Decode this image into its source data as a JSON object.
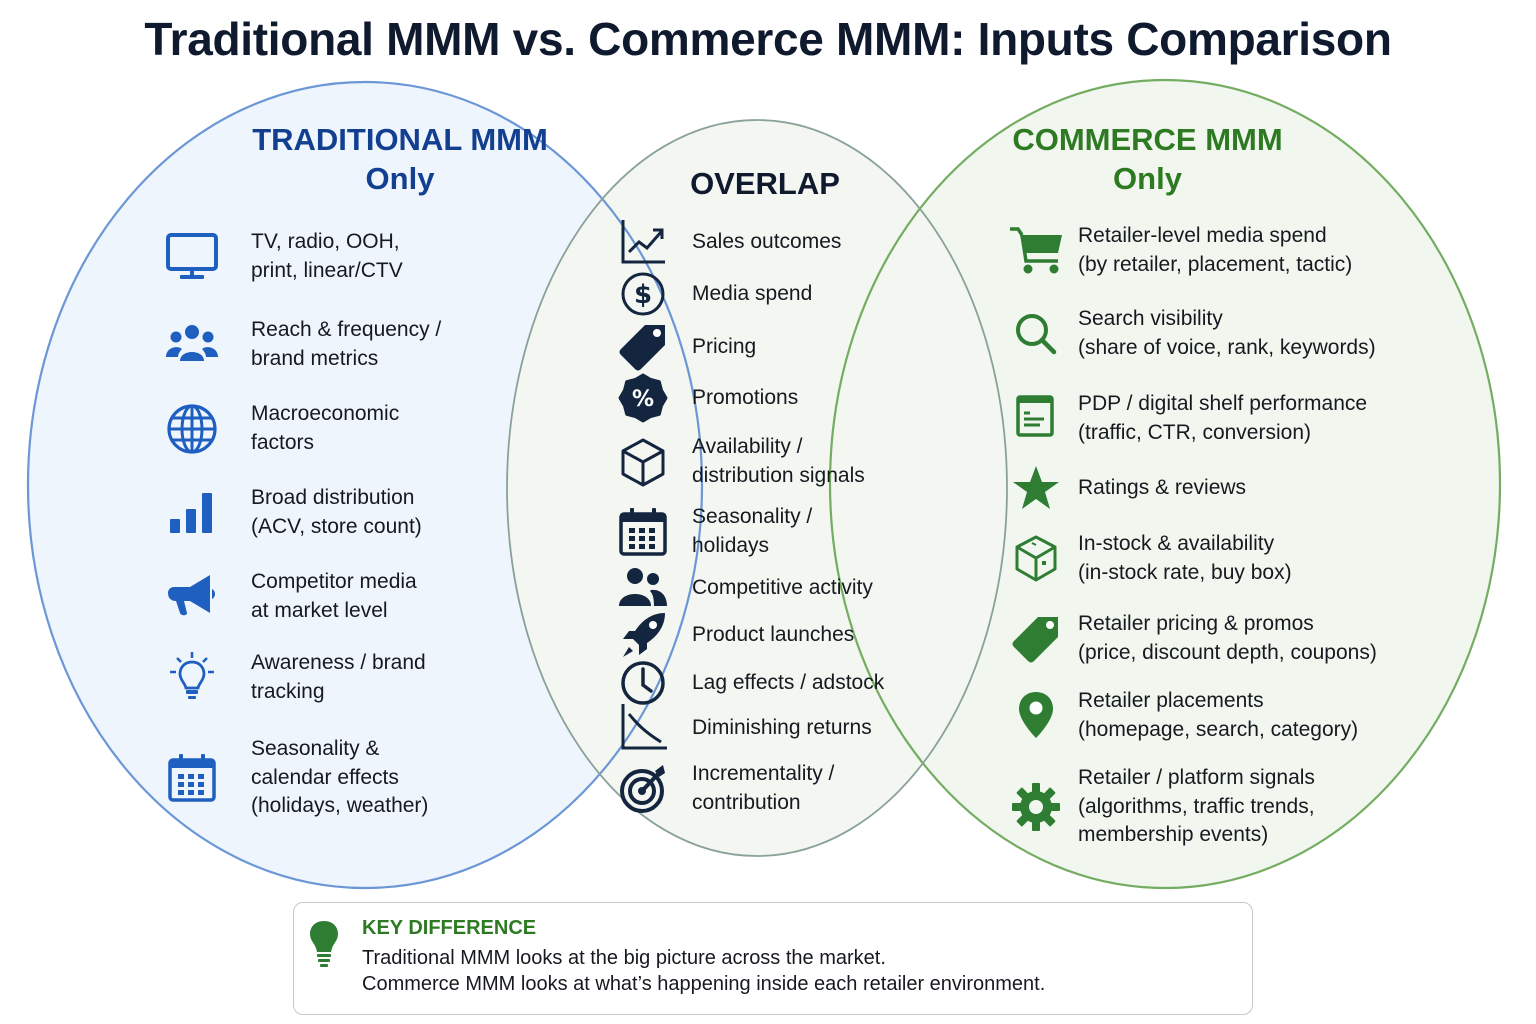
{
  "title": "Traditional MMM vs. Commerce MMM: Inputs Comparison",
  "colors": {
    "traditional": "#1f5fbf",
    "commerce": "#2e7d32",
    "overlap": "#14263f",
    "text": "#161a20"
  },
  "traditional": {
    "heading_line1": "TRADITIONAL MMM",
    "heading_line2": "Only",
    "items": [
      {
        "icon": "monitor-icon",
        "lines": [
          "TV, radio, OOH,",
          "print, linear/CTV"
        ]
      },
      {
        "icon": "people-group-icon",
        "lines": [
          "Reach & frequency /",
          "brand metrics"
        ]
      },
      {
        "icon": "globe-icon",
        "lines": [
          "Macroeconomic",
          "factors"
        ]
      },
      {
        "icon": "bar-chart-icon",
        "lines": [
          "Broad distribution",
          "(ACV, store count)"
        ]
      },
      {
        "icon": "megaphone-icon",
        "lines": [
          "Competitor media",
          "at market level"
        ]
      },
      {
        "icon": "lightbulb-icon",
        "lines": [
          "Awareness / brand",
          "tracking"
        ]
      },
      {
        "icon": "calendar-icon",
        "lines": [
          "Seasonality &",
          "calendar effects",
          "(holidays, weather)"
        ]
      }
    ]
  },
  "overlap": {
    "heading": "OVERLAP",
    "items": [
      {
        "icon": "trend-up-chart-icon",
        "lines": [
          "Sales outcomes"
        ]
      },
      {
        "icon": "dollar-circle-icon",
        "lines": [
          "Media spend"
        ]
      },
      {
        "icon": "price-tag-icon",
        "lines": [
          "Pricing"
        ]
      },
      {
        "icon": "percent-badge-icon",
        "lines": [
          "Promotions"
        ]
      },
      {
        "icon": "cube-icon",
        "lines": [
          "Availability /",
          "distribution signals"
        ]
      },
      {
        "icon": "calendar-icon",
        "lines": [
          "Seasonality /",
          "holidays"
        ]
      },
      {
        "icon": "people-icon",
        "lines": [
          "Competitive activity"
        ]
      },
      {
        "icon": "rocket-icon",
        "lines": [
          "Product launches"
        ]
      },
      {
        "icon": "clock-icon",
        "lines": [
          "Lag effects / adstock"
        ]
      },
      {
        "icon": "trend-down-chart-icon",
        "lines": [
          "Diminishing returns"
        ]
      },
      {
        "icon": "target-icon",
        "lines": [
          "Incrementality /",
          "contribution"
        ]
      }
    ]
  },
  "commerce": {
    "heading_line1": "COMMERCE MMM",
    "heading_line2": "Only",
    "items": [
      {
        "icon": "shopping-cart-icon",
        "lines": [
          "Retailer-level media spend",
          "(by retailer, placement, tactic)"
        ]
      },
      {
        "icon": "search-icon",
        "lines": [
          "Search visibility",
          "(share of voice, rank, keywords)"
        ]
      },
      {
        "icon": "web-page-icon",
        "lines": [
          "PDP / digital shelf performance",
          "(traffic, CTR, conversion)"
        ]
      },
      {
        "icon": "star-icon",
        "lines": [
          "Ratings & reviews"
        ]
      },
      {
        "icon": "package-box-icon",
        "lines": [
          "In-stock & availability",
          "(in-stock rate, buy box)"
        ]
      },
      {
        "icon": "price-tag-icon",
        "lines": [
          "Retailer pricing & promos",
          "(price, discount depth, coupons)"
        ]
      },
      {
        "icon": "map-pin-icon",
        "lines": [
          "Retailer placements",
          "(homepage, search, category)"
        ]
      },
      {
        "icon": "gear-icon",
        "lines": [
          "Retailer / platform signals",
          "(algorithms, traffic trends,",
          "membership events)"
        ]
      }
    ]
  },
  "key_difference": {
    "icon": "lightbulb-icon",
    "title": "KEY DIFFERENCE",
    "lines": [
      "Traditional MMM looks at the big picture across the market.",
      "Commerce MMM looks at what’s happening inside each retailer environment."
    ]
  }
}
